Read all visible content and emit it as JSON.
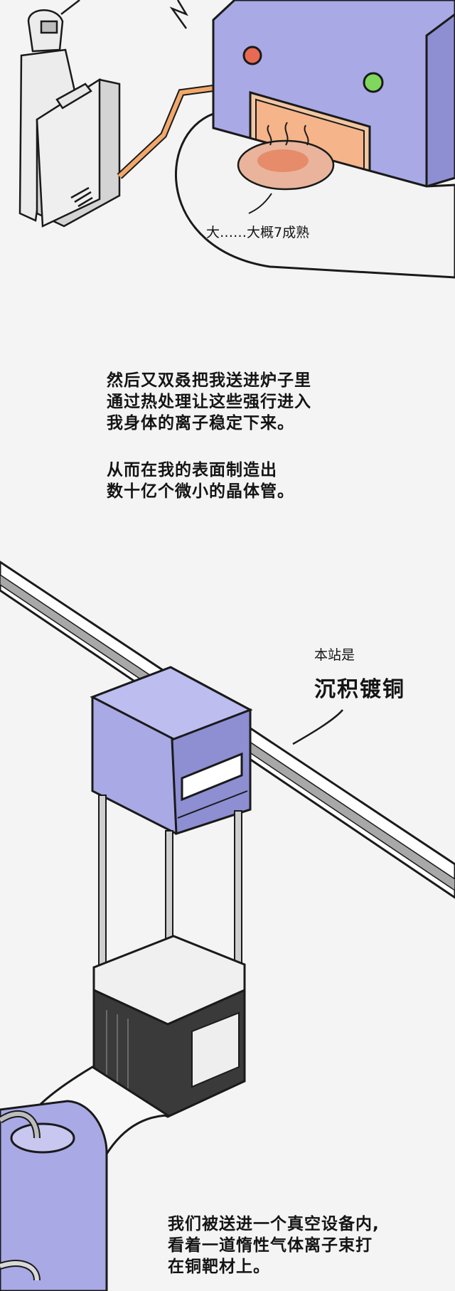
{
  "panel_top": {
    "whisper": "大……大概7成熟"
  },
  "narration_1": {
    "lines": [
      "然后又双叒把我送进炉子里",
      "通过热处理让这些强行进入",
      "我身体的离子稳定下来。"
    ]
  },
  "narration_2": {
    "lines": [
      "从而在我的表面制造出",
      "数十亿个微小的晶体管。"
    ]
  },
  "station_label": {
    "small": "本站是",
    "big": "沉积镀铜"
  },
  "narration_3": {
    "lines": [
      "我们被送进一个真空设备内,",
      "看着一道惰性气体离子束打",
      "在铜靶材上。"
    ]
  },
  "colors": {
    "machine_purple": "#a9a9e6",
    "machine_dark": "#8e8ed2",
    "ink": "#1a1a1a",
    "pipe_orange": "#f2a86b",
    "wafer_glow": "#e47a55"
  }
}
